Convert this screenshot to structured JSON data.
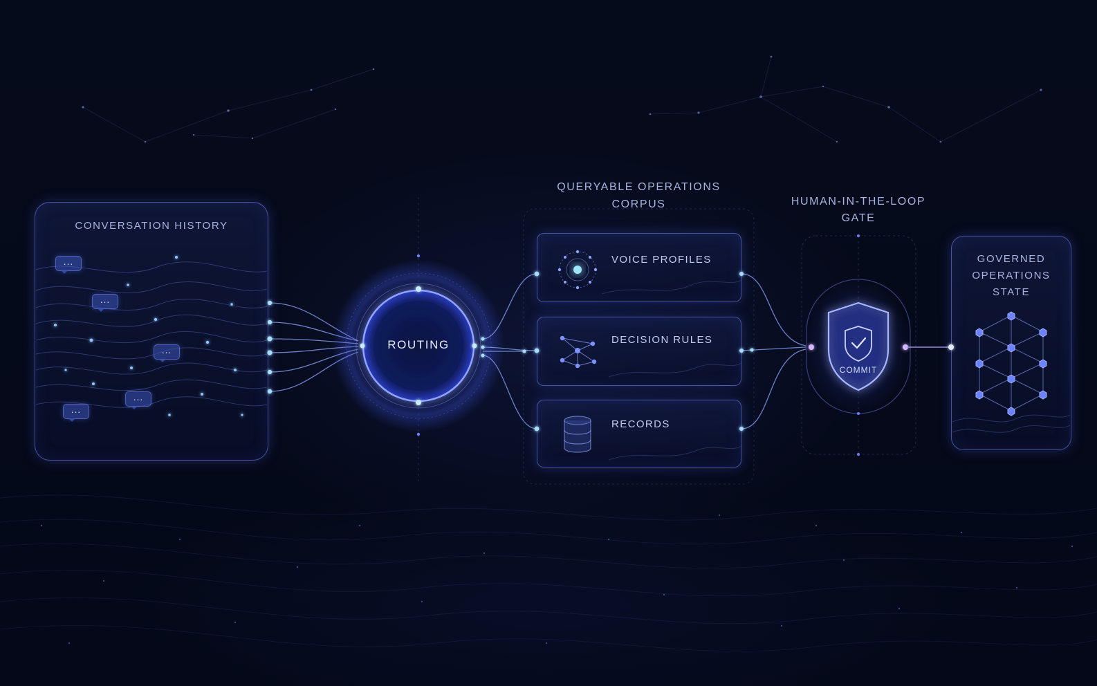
{
  "diagram": {
    "conversation_history": {
      "title": "CONVERSATION HISTORY",
      "chat_bubbles": [
        "...",
        "...",
        "...",
        "...",
        "..."
      ]
    },
    "routing": {
      "label": "ROUTING"
    },
    "corpus": {
      "title_line1": "QUERYABLE OPERATIONS",
      "title_line2": "CORPUS",
      "items": [
        {
          "label": "VOICE PROFILES",
          "icon": "radial-network-icon"
        },
        {
          "label": "DECISION RULES",
          "icon": "node-graph-icon"
        },
        {
          "label": "RECORDS",
          "icon": "database-icon"
        }
      ]
    },
    "gate": {
      "title_line1": "HUMAN-IN-THE-LOOP",
      "title_line2": "GATE",
      "shield_label": "COMMIT",
      "icon": "shield-check-icon"
    },
    "governed_state": {
      "title_line1": "GOVERNED",
      "title_line2": "OPERATIONS",
      "title_line3": "STATE",
      "icon": "hexagon-lattice-icon"
    }
  },
  "colors": {
    "background": "#050a1a",
    "panel_border": "#7e8cff",
    "glow": "#5a6eff",
    "node": "#9fe4ff",
    "accent_violet": "#b68cff",
    "text": "#b9c3e6"
  }
}
